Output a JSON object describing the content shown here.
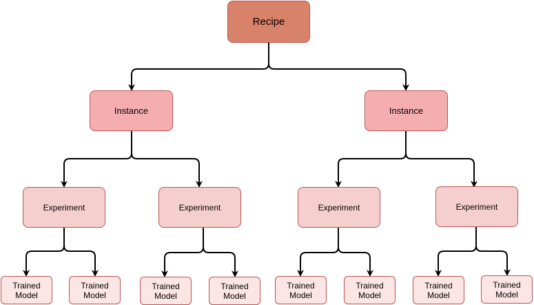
{
  "recipe": {
    "label": "Recipe"
  },
  "instances": [
    {
      "label": "Instance",
      "experiments": [
        {
          "label": "Experiment",
          "models": [
            {
              "line1": "Trained",
              "line2": "Model"
            },
            {
              "line1": "Trained",
              "line2": "Model"
            }
          ]
        },
        {
          "label": "Experiment",
          "models": [
            {
              "line1": "Trained",
              "line2": "Model"
            },
            {
              "line1": "Trained",
              "line2": "Model"
            }
          ]
        }
      ]
    },
    {
      "label": "Instance",
      "experiments": [
        {
          "label": "Experiment",
          "models": [
            {
              "line1": "Trained",
              "line2": "Model"
            },
            {
              "line1": "Trained",
              "line2": "Model"
            }
          ]
        },
        {
          "label": "Experiment",
          "models": [
            {
              "line1": "Trained",
              "line2": "Model"
            },
            {
              "line1": "Trained",
              "line2": "Model"
            }
          ]
        }
      ]
    }
  ],
  "colors": {
    "recipe_fill": "#d9826a",
    "instance_fill": "#f5aeb0",
    "experiment_fill": "#f5cfcd",
    "model_fill": "#fce5e5",
    "border": "#b85450",
    "connector": "#000000"
  }
}
